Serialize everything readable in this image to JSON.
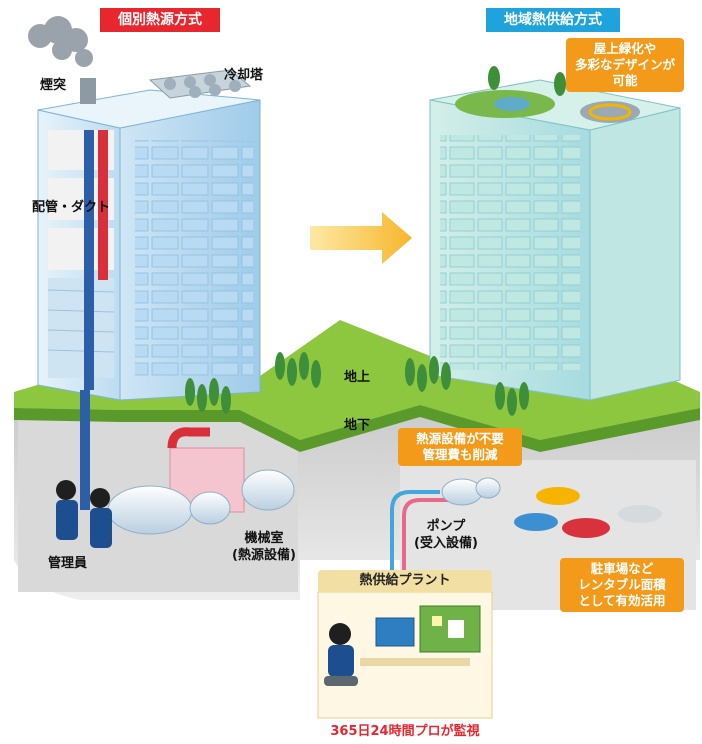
{
  "left_title": "個別熱源方式",
  "right_title": "地域熱供給方式",
  "colors": {
    "left_title_bg": "#e8262e",
    "right_title_bg": "#1ea3dc",
    "callout_bg": "#f39a1a",
    "caption_red": "#e8262e"
  },
  "labels": {
    "chimney": "煙突",
    "cooling_tower": "冷却塔",
    "piping_duct": "配管・ダクト",
    "above_ground": "地上",
    "underground": "地下",
    "manager": "管理員",
    "machine_room": "機械室\n(熱源設備)",
    "pump": "ポンプ\n(受入設備)"
  },
  "callouts": {
    "rooftop": "屋上緑化や\n多彩なデザインが\n可能",
    "no_heat_source": "熱源設備が不要\n管理費も削減",
    "parking": "駐車場など\nレンタブル面積\nとして有効活用"
  },
  "plant": {
    "title": "熱供給プラント",
    "caption": "365日24時間プロが監視"
  }
}
